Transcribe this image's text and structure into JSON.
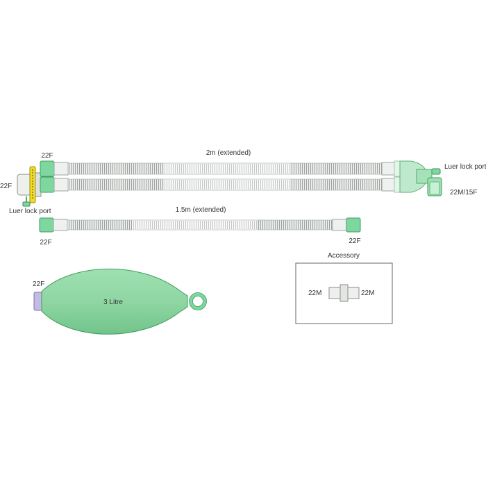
{
  "circuit": {
    "tube_2m_label": "2m (extended)",
    "tube_15m_label": "1.5m (extended)",
    "filter_connector_label": "22F",
    "left_cuff_label": "22F",
    "left_luer_label": "Luer lock port",
    "right_luer_label": "Luer lock port",
    "elbow_label": "22M/15F",
    "tube2_left_cuff_label": "22F",
    "tube2_right_cuff_label": "22F"
  },
  "bag": {
    "connector_label": "22F",
    "volume_label": "3 Litre"
  },
  "accessory": {
    "title": "Accessory",
    "left_label": "22M",
    "right_label": "22M"
  },
  "colors": {
    "cuff_green": "#7fd7a0",
    "bag_green": "#8fd9a5",
    "tube_light": "#f2f4f2",
    "tube_dark": "#c9cdc9",
    "filter_yellow": "#f2dc1e",
    "bag_connector": "#b9b2dc"
  }
}
